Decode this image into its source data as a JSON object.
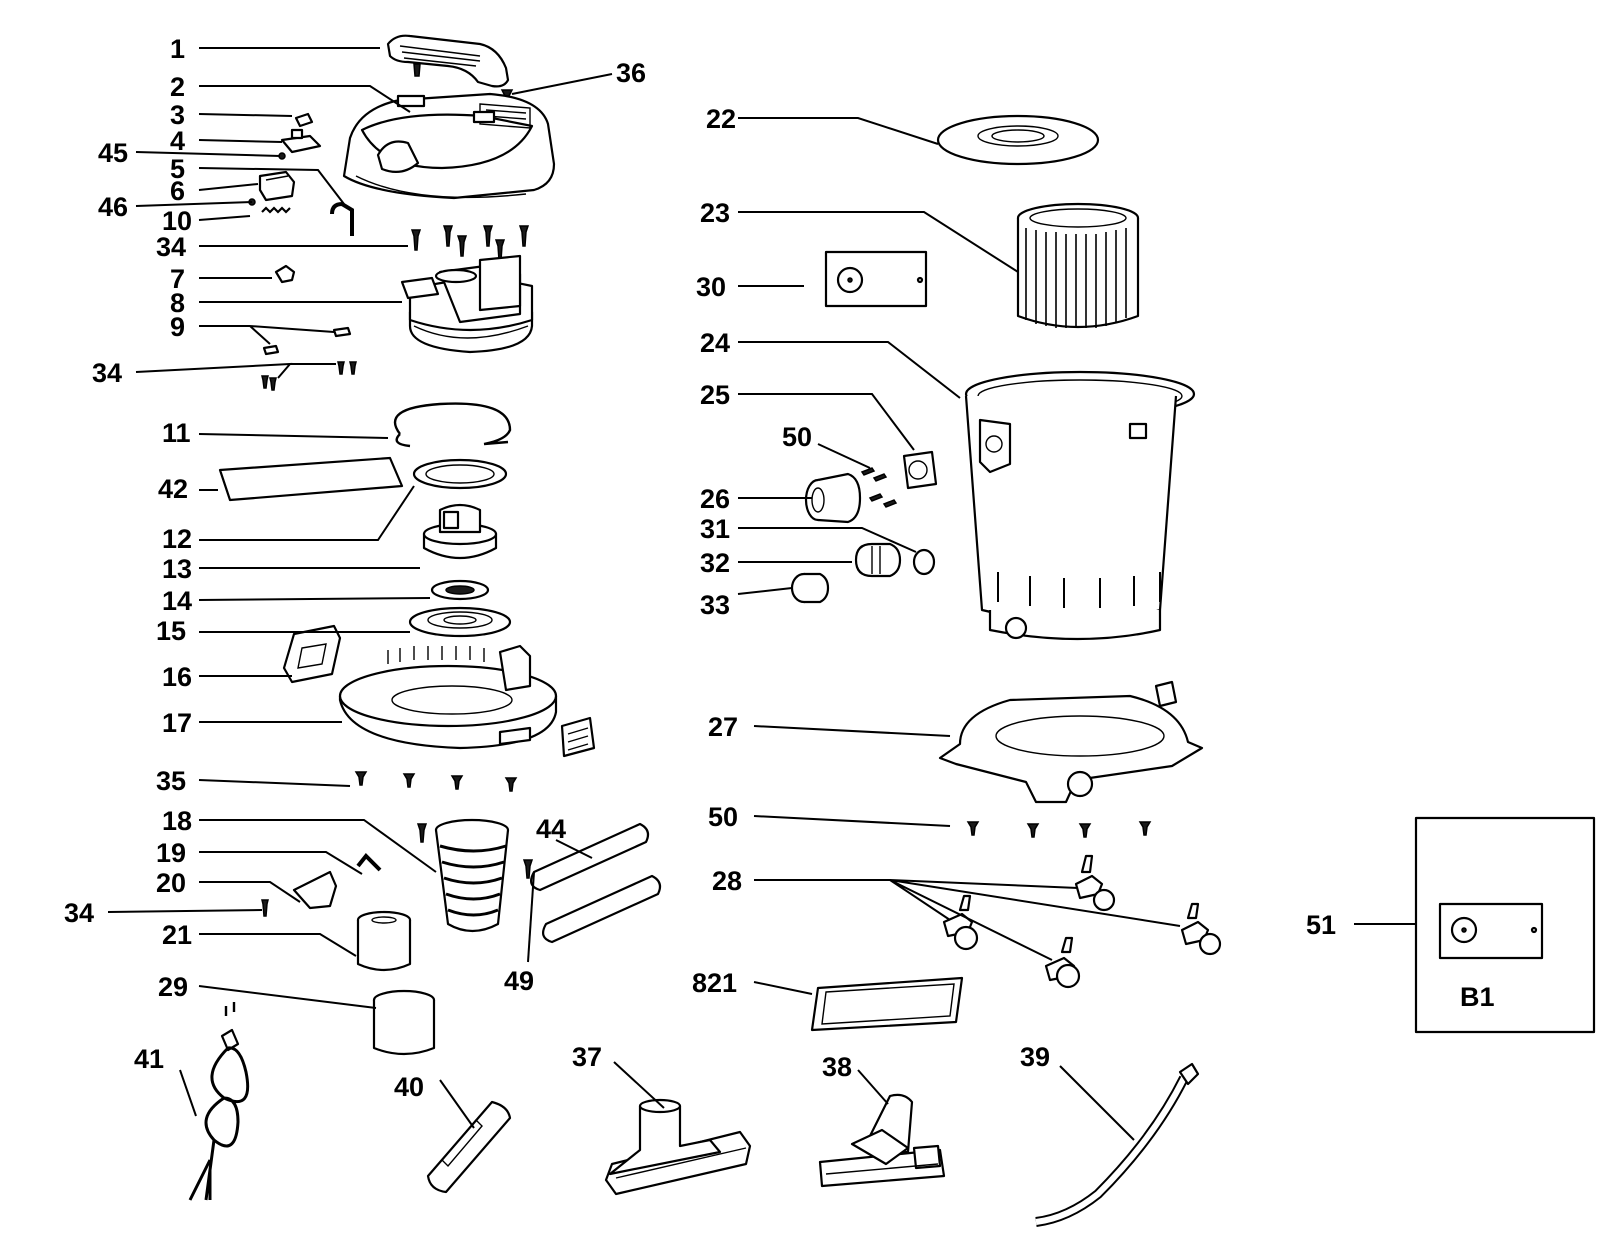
{
  "labels": {
    "p1": "1",
    "p2": "2",
    "p3": "3",
    "p4": "4",
    "p45": "45",
    "p5": "5",
    "p6": "6",
    "p46": "46",
    "p10": "10",
    "p34a": "34",
    "p7": "7",
    "p8": "8",
    "p9": "9",
    "p34b": "34",
    "p36": "36",
    "p11": "11",
    "p42": "42",
    "p12": "12",
    "p13": "13",
    "p14": "14",
    "p15": "15",
    "p16": "16",
    "p17": "17",
    "p35": "35",
    "p18": "18",
    "p19": "19",
    "p20": "20",
    "p34c": "34",
    "p21": "21",
    "p29": "29",
    "p41": "41",
    "p40": "40",
    "p44": "44",
    "p49": "49",
    "p37": "37",
    "p38": "38",
    "p39": "39",
    "p22": "22",
    "p23": "23",
    "p30": "30",
    "p24": "24",
    "p25": "25",
    "p50a": "50",
    "p26": "26",
    "p31": "31",
    "p32": "32",
    "p33": "33",
    "p27": "27",
    "p50b": "50",
    "p28": "28",
    "p821": "821",
    "p51": "51"
  },
  "inset": {
    "label": "B1"
  },
  "colors": {
    "ink": "#000000",
    "paper": "#ffffff",
    "shade": "#cfcfcf"
  }
}
